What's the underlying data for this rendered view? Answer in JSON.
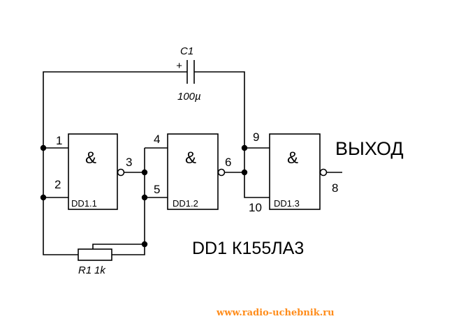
{
  "colors": {
    "ink": "#000000",
    "background": "#ffffff",
    "watermark": "#ff8c1a"
  },
  "capacitor": {
    "name": "C1",
    "value": "100µ",
    "polarity": "+"
  },
  "resistor": {
    "name": "R1",
    "value": "1k"
  },
  "gates": [
    {
      "name": "DD1.1",
      "symbol": "&",
      "pins": {
        "in_a": "1",
        "in_b": "2",
        "out": "3"
      }
    },
    {
      "name": "DD1.2",
      "symbol": "&",
      "pins": {
        "in_a": "4",
        "in_b": "5",
        "out": "6"
      }
    },
    {
      "name": "DD1.3",
      "symbol": "&",
      "pins": {
        "in_a": "9",
        "in_b": "10",
        "out": "8"
      }
    }
  ],
  "output_label": "ВЫХОД",
  "chip_label": "DD1 К155ЛА3",
  "watermark": "www.radio-uchebnik.ru"
}
